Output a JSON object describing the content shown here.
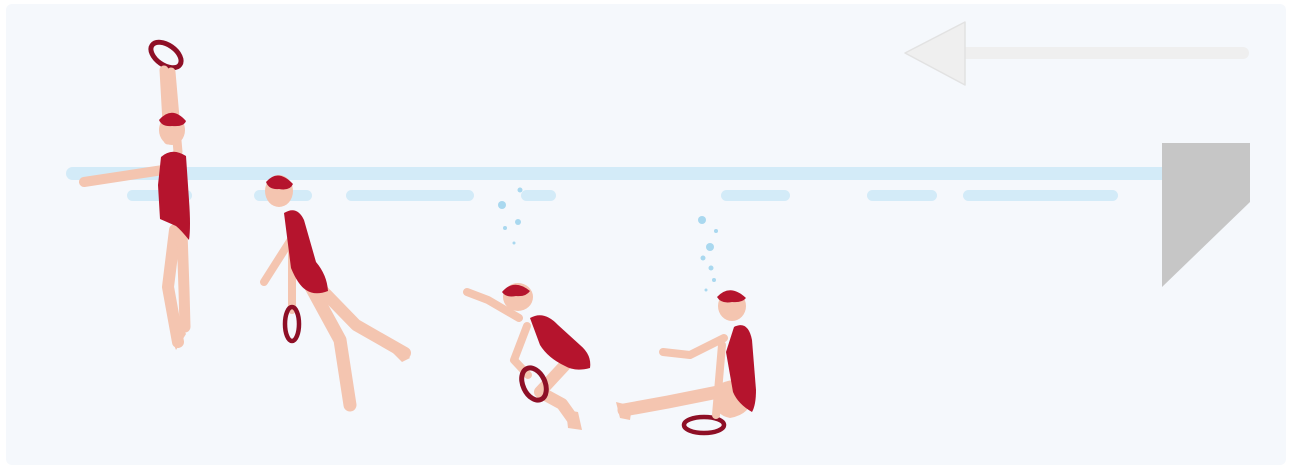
{
  "scene": {
    "colors": {
      "background": "#f5f8fc",
      "water_surface": "#d3ebf8",
      "water_dashes": "#d3ebf8",
      "bubbles": "#a9d8ef",
      "skin": "#f4c5b0",
      "skin_shade": "#e8ae98",
      "swimsuit": "#b5142d",
      "ring": "#8e0f26",
      "pool_wall": "#c6c6c6",
      "arrow": "#efefef",
      "arrow_edge": "#e2e2e2"
    },
    "elements": {
      "direction_arrow": "left-arrow-icon",
      "pool_wall": "pool-wall",
      "figures": [
        "swimmer-jumping-holding-ring",
        "swimmer-diving-holding-ring",
        "swimmer-crouching-holding-ring",
        "swimmer-sitting-on-ring"
      ]
    }
  }
}
